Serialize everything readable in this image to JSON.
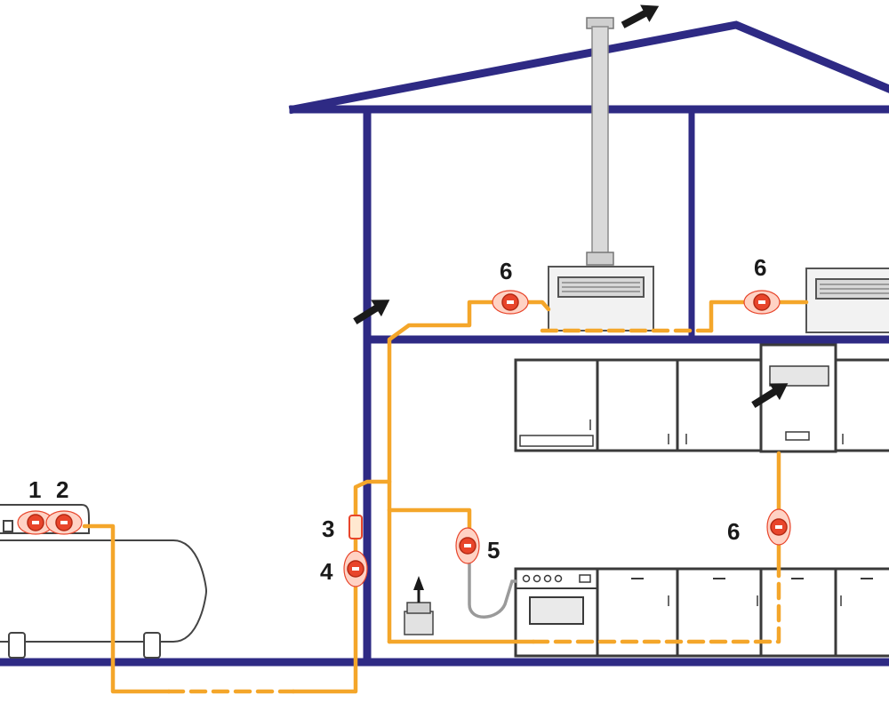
{
  "labels": {
    "tank_valve_1": "1",
    "tank_valve_2": "2",
    "wall_component_3": "3",
    "wall_valve_4": "4",
    "stove_valve_5": "5",
    "boiler_left_valve_6": "6",
    "boiler_right_valve_6": "6",
    "kitchen_valve_6": "6"
  },
  "colors": {
    "structure": "#2e2a84",
    "gas_pipe": "#f4a62a",
    "valve": "#e8452b",
    "valve_glow": "#ffd2c4",
    "appliance_fill": "#f2f2f2",
    "appliance_stroke": "#555555",
    "cabinet_stroke": "#3a3a3a",
    "chimney": "#d9d9d9",
    "arrow": "#1a1a1a",
    "label": "#1a1a1a"
  },
  "icons": {
    "valve": "gas-valve-icon",
    "ventilation": "airflow-arrow-icon",
    "detector": "gas-detector-icon"
  }
}
